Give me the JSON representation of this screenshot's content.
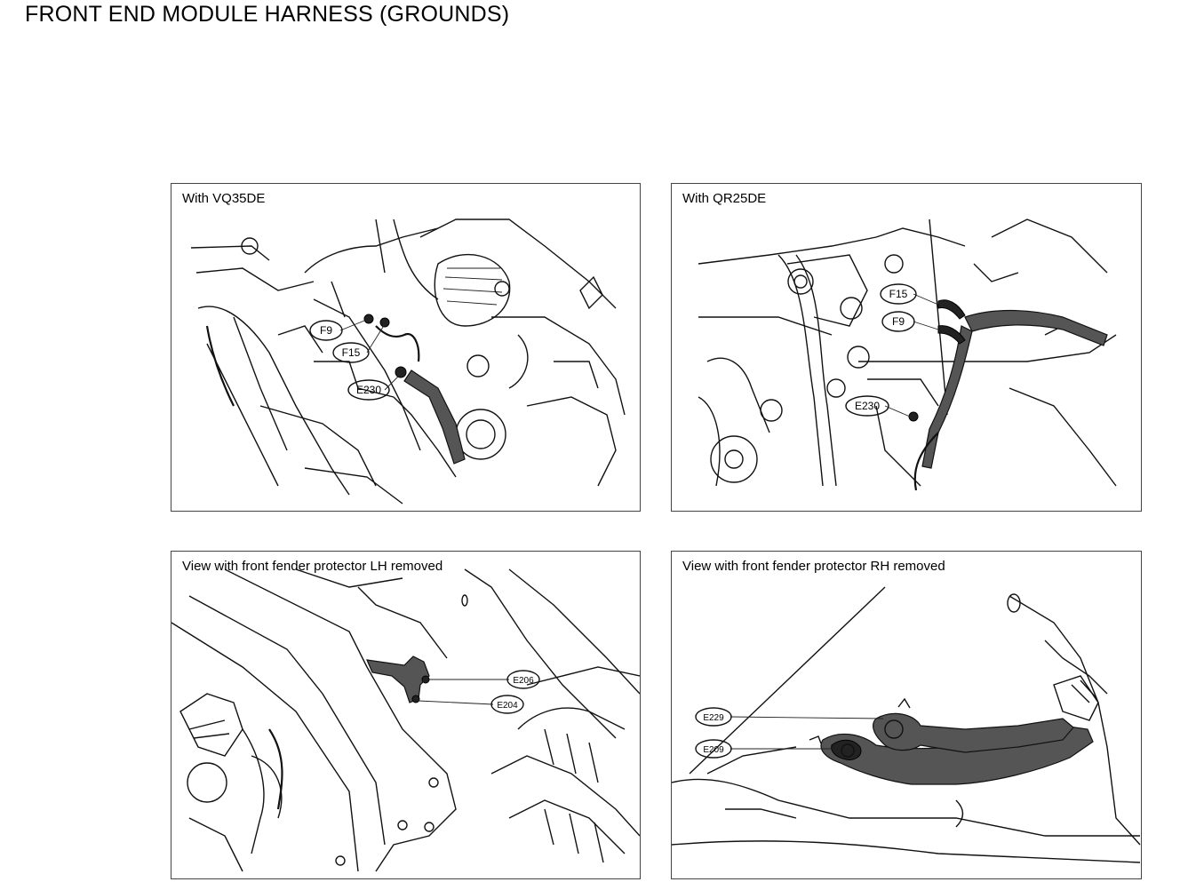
{
  "title": "FRONT END MODULE HARNESS (GROUNDS)",
  "panels": [
    {
      "caption": "With VQ35DE",
      "connectors": [
        "F9",
        "F15",
        "E230"
      ]
    },
    {
      "caption": "With QR25DE",
      "connectors": [
        "F15",
        "F9",
        "E230"
      ]
    },
    {
      "caption": "View with front fender protector LH removed",
      "connectors": [
        "E206",
        "E204"
      ]
    },
    {
      "caption": "View with front fender protector RH removed",
      "connectors": [
        "E229",
        "E209"
      ]
    }
  ]
}
